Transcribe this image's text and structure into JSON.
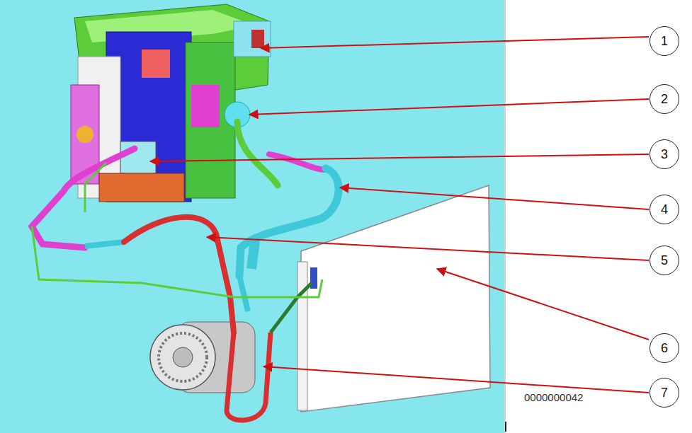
{
  "diagram": {
    "nodes": [
      {
        "text": [
          "1"
        ]
      },
      {
        "text": [
          "2"
        ]
      },
      {
        "text": [
          "3"
        ]
      },
      {
        "text": [
          "4"
        ]
      },
      {
        "text": [
          "5"
        ]
      },
      {
        "text": [
          "6"
        ]
      },
      {
        "text": [
          "7"
        ]
      }
    ],
    "labels": [
      "0000000042"
    ]
  }
}
